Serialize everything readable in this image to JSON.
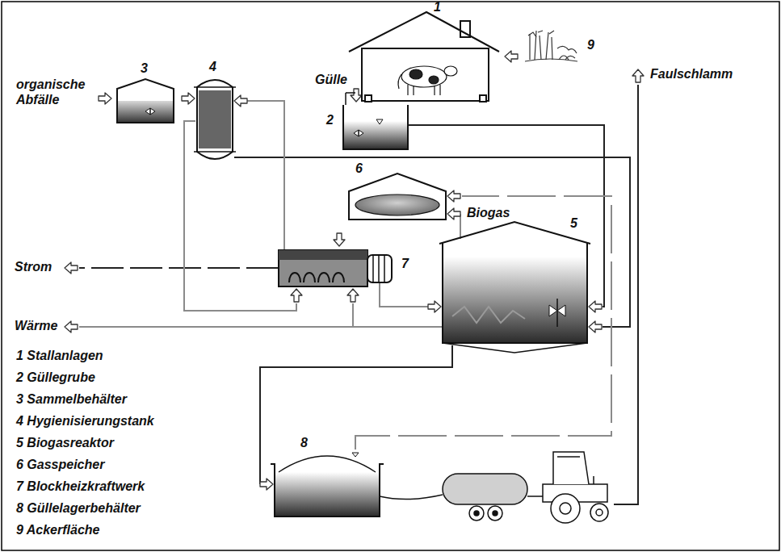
{
  "diagram": {
    "labels": [
      "1",
      "Gülle",
      "9",
      "Faulschlamm",
      "2",
      "3",
      "4",
      "organische Abfälle",
      "6",
      "Biogas",
      "Strom",
      "7",
      "5",
      "Wärme",
      "8",
      "1 Stallanlagen",
      "2 Güllegrube",
      "3 Sammelbehälter",
      "4 Hygienisierungstank",
      "5 Biogasreaktor",
      "6 Gasspeicher",
      "7 Blockheizkraftwerk",
      "8 Güllelagerbehälter",
      "9 Ackerfläche"
    ]
  }
}
